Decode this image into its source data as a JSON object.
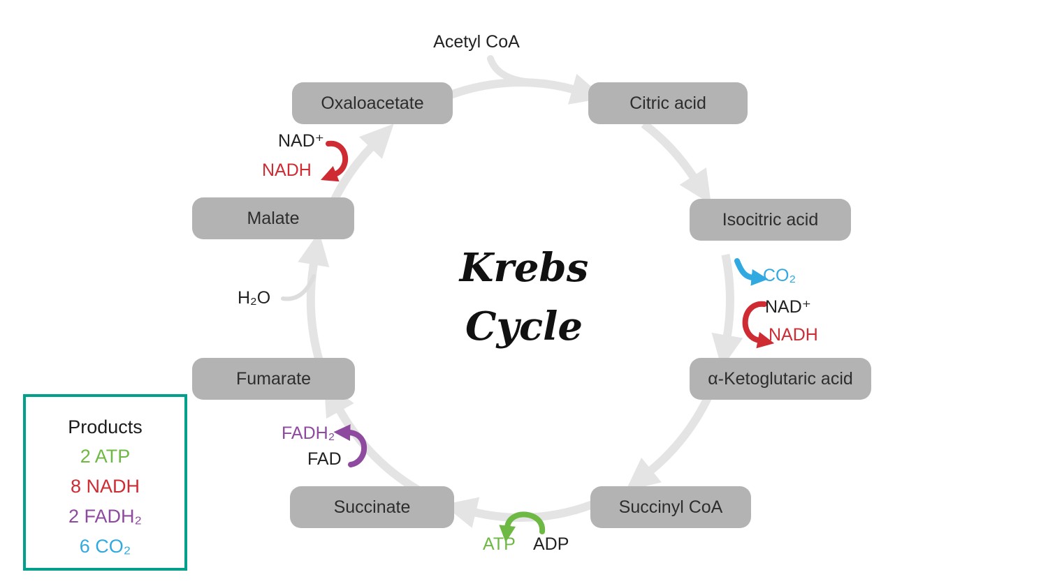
{
  "diagram": {
    "title_line1": "Krebs",
    "title_line2": "Cycle"
  },
  "compounds": [
    {
      "label": "Oxaloacetate"
    },
    {
      "label": "Citric acid"
    },
    {
      "label": "Isocitric acid"
    },
    {
      "label": "α-Ketoglutaric acid"
    },
    {
      "label": "Succinyl CoA"
    },
    {
      "label": "Succinate"
    },
    {
      "label": "Fumarate"
    },
    {
      "label": "Malate"
    }
  ],
  "labels": {
    "acetyl_coa": "Acetyl CoA",
    "nad_plus_left": "NAD⁺",
    "nadh_left": "NADH",
    "h2o": "H₂O",
    "fadh2": "FADH₂",
    "fad": "FAD",
    "atp": "ATP",
    "adp": "ADP",
    "co2": "CO₂",
    "nad_plus_right": "NAD⁺",
    "nadh_right": "NADH"
  },
  "products_box": {
    "title": "Products",
    "items": [
      {
        "label": "2 ATP",
        "color": "#6eb844"
      },
      {
        "label": "8 NADH",
        "color": "#cf2b33"
      },
      {
        "label": "2 FADH₂",
        "color": "#8d4a9e"
      },
      {
        "label": "6 CO₂",
        "color": "#30a9e0"
      }
    ]
  },
  "colors": {
    "compound_box_fill": "#b3b3b3",
    "cycle_arrow_gray": "#e4e4e4",
    "nadh_red": "#cf2b33",
    "atp_green": "#6eb844",
    "fadh2_purple": "#8d4a9e",
    "co2_blue": "#30a9e0",
    "products_border_teal": "#00a08b"
  }
}
